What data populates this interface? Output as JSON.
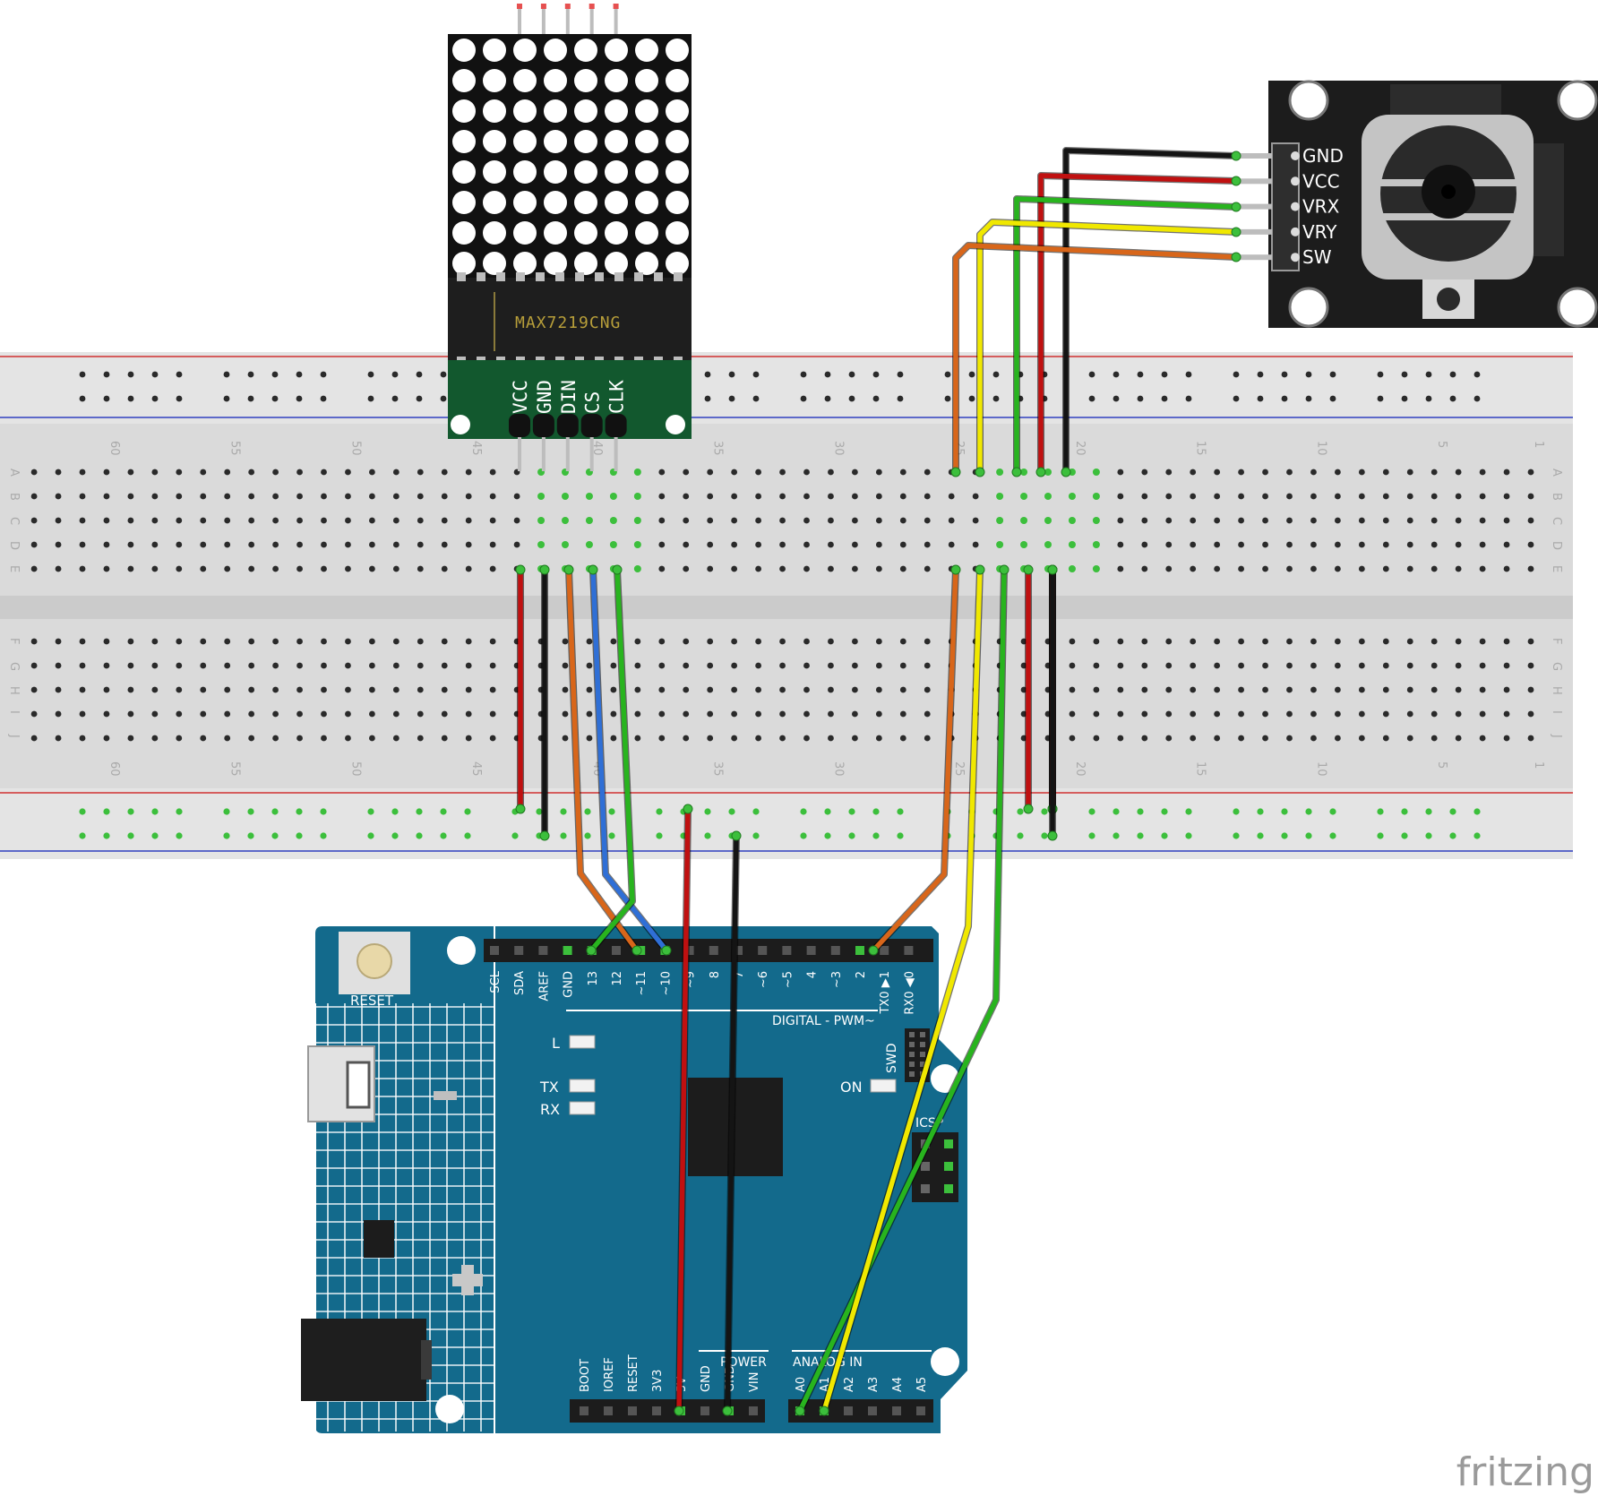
{
  "matrix": {
    "chip_label": "MAX7219CNG",
    "pins": [
      "VCC",
      "GND",
      "DIN",
      "CS",
      "CLK"
    ]
  },
  "joystick": {
    "pins": [
      "GND",
      "VCC",
      "VRX",
      "VRY",
      "SW"
    ]
  },
  "breadboard": {
    "column_numbers": [
      "60",
      "55",
      "50",
      "45",
      "40",
      "35",
      "30",
      "25",
      "20",
      "15",
      "10",
      "5",
      "1"
    ],
    "row_letters_top": [
      "A",
      "B",
      "C",
      "D",
      "E"
    ],
    "row_letters_bottom": [
      "F",
      "G",
      "H",
      "I",
      "J"
    ]
  },
  "arduino": {
    "reset_label": "RESET",
    "digital_header": [
      "SCL",
      "SDA",
      "AREF",
      "GND",
      "13",
      "12",
      "~11",
      "~10",
      "~9",
      "8",
      "7",
      "~6",
      "~5",
      "4",
      "~3",
      "2",
      "TX0 ▶1",
      "RX0 ◀0"
    ],
    "digital_label": "DIGITAL - PWM~",
    "led_l": "L",
    "led_tx": "TX",
    "led_rx": "RX",
    "led_on": "ON",
    "swd_label": "SWD",
    "icsp_label": "ICSP",
    "power_header": [
      "BOOT",
      "IOREF",
      "RESET",
      "3V3",
      "5V",
      "GND",
      "GND",
      "VIN"
    ],
    "power_label": "POWER",
    "analog_header": [
      "A0",
      "A1",
      "A2",
      "A3",
      "A4",
      "A5"
    ],
    "analog_label": "ANALOG IN"
  },
  "colors": {
    "red": "#c01010",
    "black": "#141414",
    "green": "#28b41e",
    "yellow": "#f0e800",
    "orange": "#d8661a",
    "blue": "#2f6fd6",
    "board": "#136a8c"
  },
  "brand": "fritzing"
}
